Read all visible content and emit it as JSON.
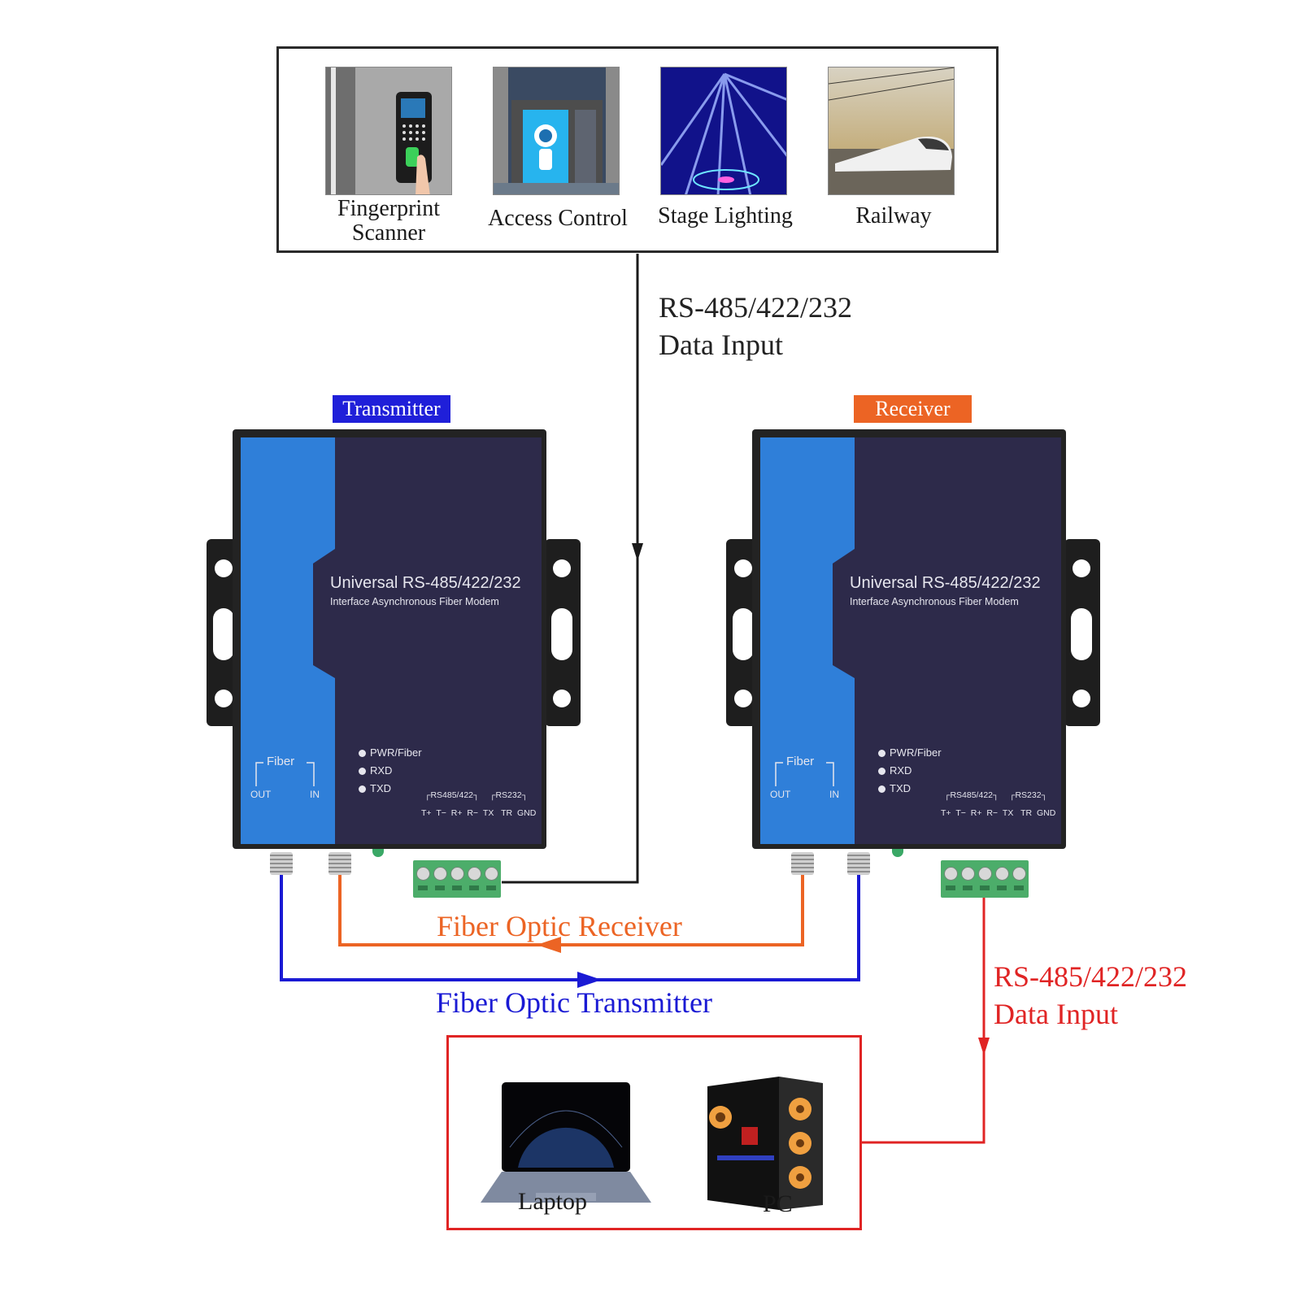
{
  "applications": {
    "items": [
      {
        "label_line1": "Fingerprint",
        "label_line2": "Scanner",
        "icon": "fingerprint-scanner-photo"
      },
      {
        "label_line1": "Access Control",
        "label_line2": "",
        "icon": "access-control-gate-photo"
      },
      {
        "label_line1": "Stage Lighting",
        "label_line2": "",
        "icon": "stage-lighting-photo"
      },
      {
        "label_line1": "Railway",
        "label_line2": "",
        "icon": "high-speed-train-photo"
      }
    ]
  },
  "top_flow": {
    "line1": "RS-485/422/232",
    "line2": "Data Input",
    "color": "#222222"
  },
  "transmitter": {
    "tag": "Transmitter",
    "tag_color": "#1f1fd9",
    "title": "Universal RS-485/422/232",
    "subtitle": "Interface Asynchronous Fiber Modem",
    "leds": [
      "PWR/Fiber",
      "RXD",
      "TXD"
    ],
    "fiber_label": "Fiber",
    "fiber_out": "OUT",
    "fiber_in": "IN",
    "rs485_group": "RS485/422",
    "rs232_group": "RS232",
    "pins": [
      "T+",
      "T−",
      "R+",
      "R−",
      "TX",
      "TR",
      "GND"
    ]
  },
  "receiver": {
    "tag": "Receiver",
    "tag_color": "#ec6424",
    "title": "Universal RS-485/422/232",
    "subtitle": "Interface Asynchronous Fiber Modem",
    "leds": [
      "PWR/Fiber",
      "RXD",
      "TXD"
    ],
    "fiber_label": "Fiber",
    "fiber_out": "OUT",
    "fiber_in": "IN",
    "rs485_group": "RS485/422",
    "rs232_group": "RS232",
    "pins": [
      "T+",
      "T−",
      "R+",
      "R−",
      "TX",
      "TR",
      "GND"
    ]
  },
  "fiber_links": {
    "receiver_label": "Fiber Optic Receiver",
    "receiver_color": "#ec6424",
    "transmitter_label": "Fiber Optic Transmitter",
    "transmitter_color": "#1a1ad4"
  },
  "bottom_flow": {
    "line1": "RS-485/422/232",
    "line2": "Data Input",
    "color": "#e02424"
  },
  "computers": {
    "items": [
      {
        "label": "Laptop",
        "icon": "laptop-photo"
      },
      {
        "label": "PC",
        "icon": "desktop-pc-photo"
      }
    ]
  }
}
